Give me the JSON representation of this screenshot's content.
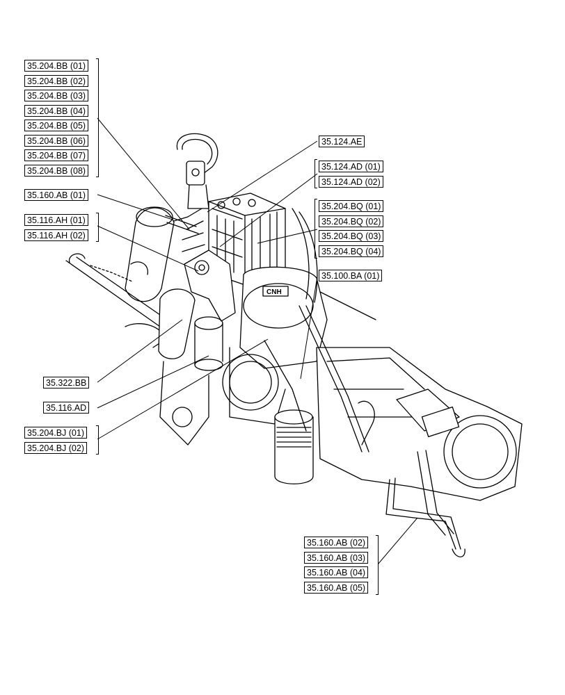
{
  "callouts": {
    "bb": [
      "35.204.BB (01)",
      "35.204.BB (02)",
      "35.204.BB (03)",
      "35.204.BB (04)",
      "35.204.BB (05)",
      "35.204.BB (06)",
      "35.204.BB (07)",
      "35.204.BB (08)"
    ],
    "ab01": "35.160.AB (01)",
    "ah": [
      "35.116.AH (01)",
      "35.116.AH (02)"
    ],
    "ae": "35.124.AE",
    "ad": [
      "35.124.AD (01)",
      "35.124.AD (02)"
    ],
    "bq": [
      "35.204.BQ (01)",
      "35.204.BQ (02)",
      "35.204.BQ (03)",
      "35.204.BQ (04)"
    ],
    "ba": "35.100.BA (01)",
    "bb322": "35.322.BB",
    "ad116": "35.116.AD",
    "bj": [
      "35.204.BJ (01)",
      "35.204.BJ (02)"
    ],
    "ab": [
      "35.160.AB (02)",
      "35.160.AB (03)",
      "35.160.AB (04)",
      "35.160.AB (05)"
    ]
  },
  "graphic_text": "CNH"
}
